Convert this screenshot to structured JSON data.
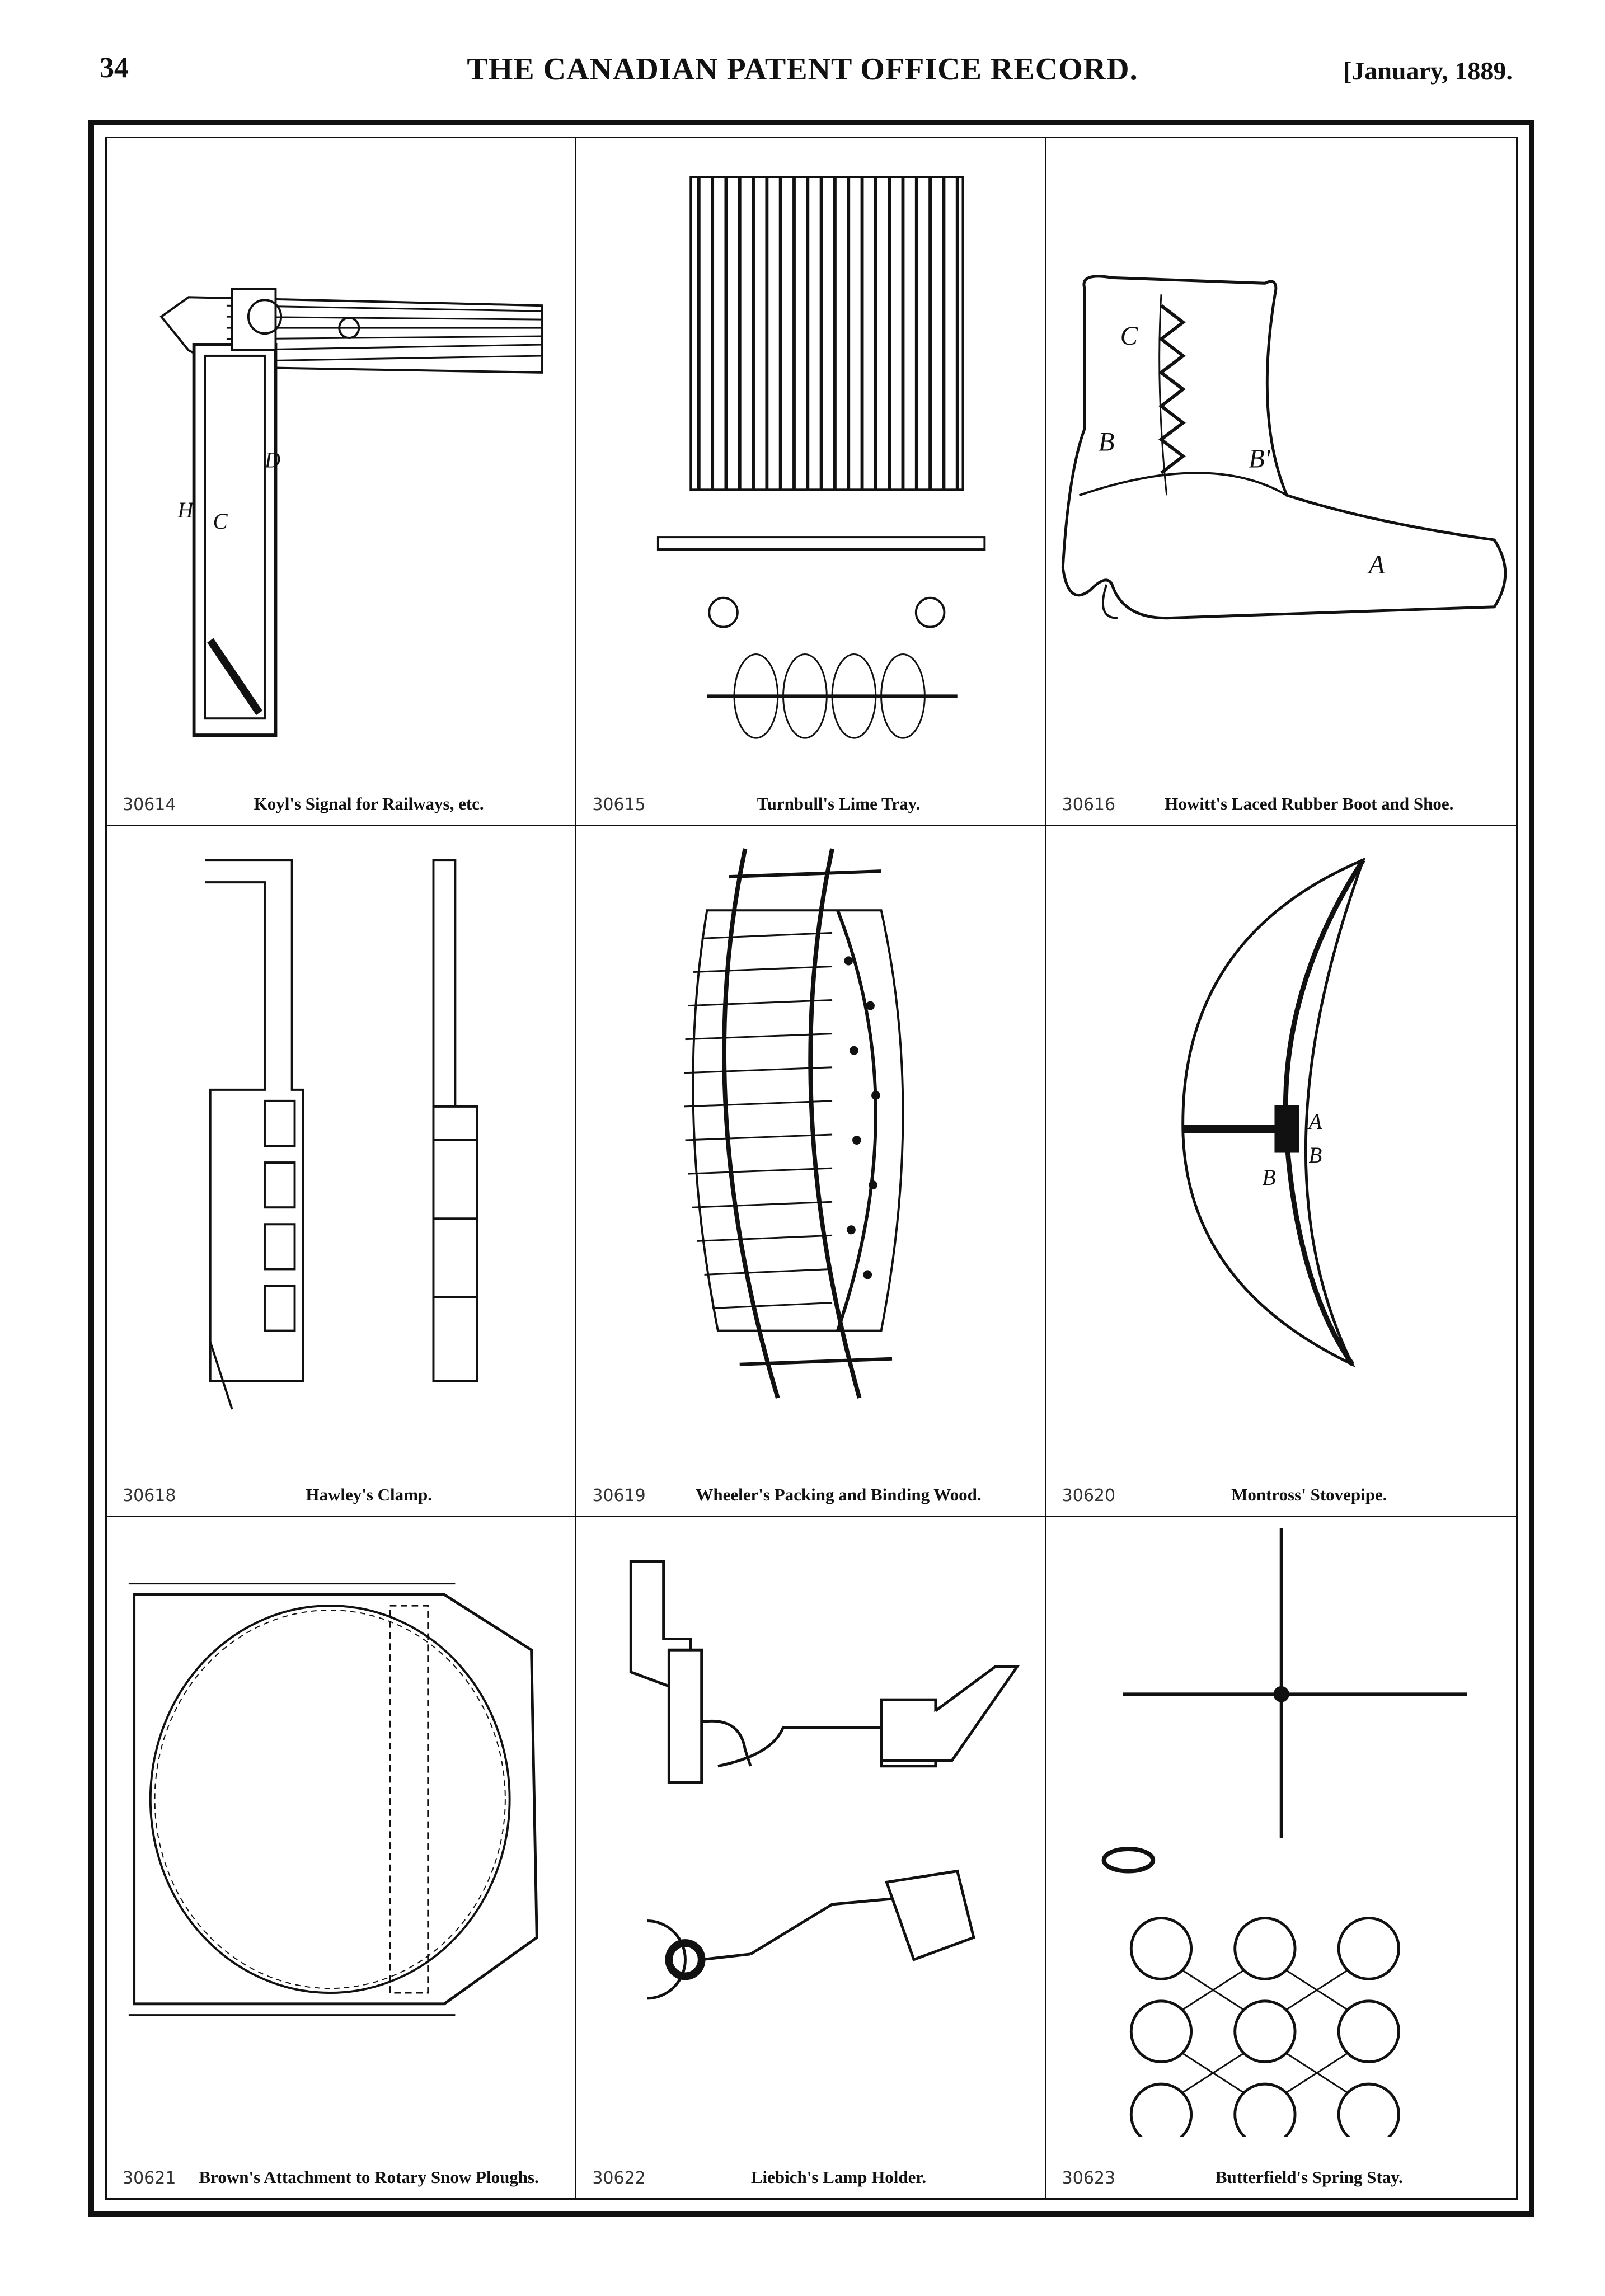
{
  "header": {
    "page_number": "34",
    "running_title": "THE CANADIAN PATENT OFFICE RECORD.",
    "issue_date": "[January, 1889."
  },
  "patents": [
    {
      "number": "30614",
      "title": "Koyl's Signal for Railways, etc."
    },
    {
      "number": "30615",
      "title": "Turnbull's Lime Tray."
    },
    {
      "number": "30616",
      "title": "Howitt's Laced Rubber Boot and Shoe."
    },
    {
      "number": "30618",
      "title": "Hawley's Clamp."
    },
    {
      "number": "30619",
      "title": "Wheeler's Packing and Binding Wood."
    },
    {
      "number": "30620",
      "title": "Montross' Stovepipe."
    },
    {
      "number": "30621",
      "title": "Brown's Attachment to Rotary Snow Ploughs."
    },
    {
      "number": "30622",
      "title": "Liebich's Lamp Holder."
    },
    {
      "number": "30623",
      "title": "Butterfield's Spring Stay."
    }
  ]
}
